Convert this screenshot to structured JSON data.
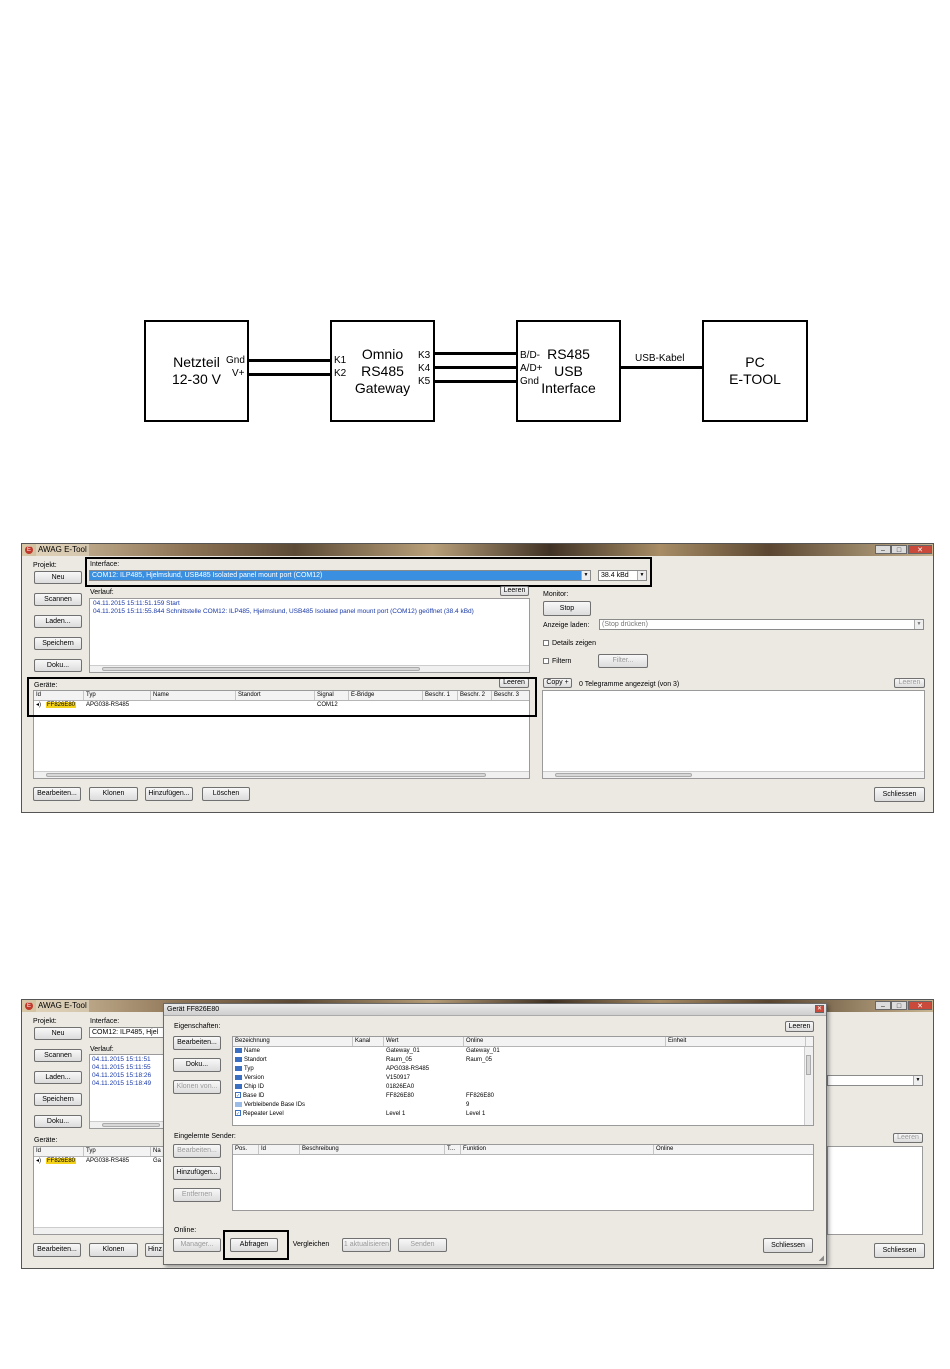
{
  "diagram": {
    "blocks": [
      {
        "id": "psu",
        "label": "Netzteil\n12-30 V"
      },
      {
        "id": "gateway",
        "label": "Omnio\nRS485\nGateway"
      },
      {
        "id": "usb",
        "label": "RS485\nUSB\nInterface"
      },
      {
        "id": "pc",
        "label": "PC\nE-TOOL"
      }
    ],
    "psu_pins": [
      "Gnd",
      "V+"
    ],
    "gateway_in_pins": [
      "K1",
      "K2"
    ],
    "gateway_out_pins": [
      "K3",
      "K4",
      "K5"
    ],
    "usb_pins": [
      "B/D-",
      "A/D+",
      "Gnd"
    ],
    "cable_label": "USB-Kabel"
  },
  "screen1": {
    "title": "AWAG E-Tool",
    "projekt_label": "Projekt:",
    "buttons_left": [
      "Neu",
      "Scannen",
      "Laden...",
      "Speichern",
      "Doku..."
    ],
    "interface_label": "Interface:",
    "interface_value": "COM12: ILP485, Hjelmslund, USB485 Isolated panel mount port (COM12)",
    "baud_value": "38.4 kBd",
    "verlauf_label": "Verlauf:",
    "leeren": "Leeren",
    "log": [
      "04.11.2015 15:11:51.159  Start",
      "04.11.2015 15:11:55.844  Schnittstelle COM12: ILP485, Hjelmslund, USB485 Isolated panel mount port (COM12) geöffnet (38.4 kBd)"
    ],
    "monitor_label": "Monitor:",
    "stop_label": "Stop",
    "anzeige_label": "Anzeige laden:",
    "anzeige_value": "(Stop drücken)",
    "details_label": "Details zeigen",
    "filtern_label": "Filtern",
    "filter_button": "Filter...",
    "copy_label": "Copy +",
    "telegramme": "0 Telegramme angezeigt (von 3)",
    "geraete_label": "Geräte:",
    "columns": [
      "Id",
      "Typ",
      "Name",
      "Standort",
      "Signal",
      "E-Bridge",
      "Beschr. 1",
      "Beschr. 2",
      "Beschr. 3"
    ],
    "row": {
      "id": "FF826E80",
      "typ": "APG038-RS485",
      "signal": "COM12"
    },
    "bottom_buttons": [
      "Bearbeiten...",
      "Klonen",
      "Hinzufügen...",
      "Löschen"
    ],
    "close_label": "Schliessen"
  },
  "screen2": {
    "title": "AWAG E-Tool",
    "projekt_label": "Projekt:",
    "buttons_left": [
      "Neu",
      "Scannen",
      "Laden...",
      "Speichern",
      "Doku..."
    ],
    "interface_label": "Interface:",
    "interface_value": "COM12: ILP485, Hjel",
    "verlauf_label": "Verlauf:",
    "log": [
      "04.11.2015 15:11:51",
      "04.11.2015 15:11:55",
      "04.11.2015 15:18:26",
      "04.11.2015 15:18:49"
    ],
    "geraete_label": "Geräte:",
    "columns": [
      "Id",
      "Typ",
      "Na"
    ],
    "row": {
      "id": "FF826E80",
      "typ": "APG038-RS485",
      "name": "Ga"
    },
    "bottom_buttons": [
      "Bearbeiten...",
      "Klonen",
      "Hinz"
    ],
    "close_label": "Schliessen",
    "leeren": "Leeren",
    "dialog": {
      "title": "Gerät FF826E80",
      "eigenschaften_label": "Eigenschaften:",
      "leeren": "Leeren",
      "left_buttons": [
        "Bearbeiten...",
        "Doku...",
        "Klonen von..."
      ],
      "prop_columns": [
        "Bezeichnung",
        "Kanal",
        "Wert",
        "Online",
        "Einheit"
      ],
      "props": [
        {
          "name": "Name",
          "wert": "Gateway_01",
          "online": "Gateway_01"
        },
        {
          "name": "Standort",
          "wert": "Raum_05",
          "online": "Raum_05"
        },
        {
          "name": "Typ",
          "wert": "APG038-RS485",
          "online": ""
        },
        {
          "name": "Version",
          "wert": "V150917",
          "online": ""
        },
        {
          "name": "Chip ID",
          "wert": "01826EA0",
          "online": ""
        },
        {
          "name": "Base ID",
          "wert": "FF826E80",
          "online": "FF826E80"
        },
        {
          "name": "Verbleibende Base IDs",
          "wert": "",
          "online": "9"
        },
        {
          "name": "Repeater Level",
          "wert": "Level 1",
          "online": "Level 1"
        }
      ],
      "sender_label": "Eingelernte Sender:",
      "sender_buttons": [
        "Bearbeiten...",
        "Hinzufügen...",
        "Entfernen"
      ],
      "sender_columns": [
        "Pos.",
        "Id",
        "Beschreibung",
        "T...",
        "Funktion",
        "Online"
      ],
      "online_label": "Online:",
      "online_buttons": [
        "Manager...",
        "Abfragen",
        "Vergleichen",
        "1 aktualisieren",
        "Senden"
      ],
      "close_label": "Schliessen"
    }
  }
}
